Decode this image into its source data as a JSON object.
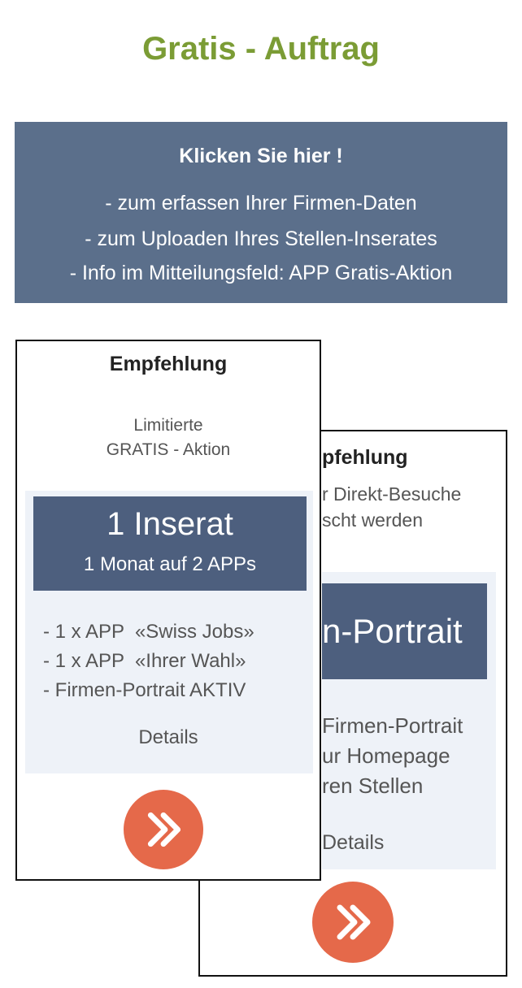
{
  "page": {
    "title": "Gratis - Auftrag"
  },
  "banner": {
    "heading": "Klicken Sie hier !",
    "lines": [
      "- zum erfassen Ihrer Firmen-Daten",
      "- zum Uploaden Ihres Stellen-Inserates",
      "- Info im Mitteilungsfeld: APP Gratis-Aktion"
    ]
  },
  "cards": {
    "back": {
      "title": "pfehlung",
      "subtitle_lines": [
        "r Direkt-Besuche",
        "scht werden"
      ],
      "header": "n-Portrait",
      "features": [
        " Firmen-Portrait",
        "ur Homepage",
        "ren Stellen"
      ],
      "details": "Details",
      "action_icon": "double-chevron-right-icon"
    },
    "front": {
      "title": "Empfehlung",
      "subtitle_lines": [
        "Limitierte",
        "GRATIS - Aktion"
      ],
      "header_title": "1 Inserat",
      "header_subtitle": "1 Monat auf 2 APPs",
      "features": [
        "- 1 x APP  «Swiss Jobs»",
        "- 1 x APP  «Ihrer Wahl»",
        "- Firmen-Portrait AKTIV"
      ],
      "details": "Details",
      "action_icon": "double-chevron-right-icon"
    }
  },
  "colors": {
    "title_green": "#7b9c35",
    "banner_bg": "#5b6f8b",
    "card_header_bg": "#4d5f7e",
    "panel_bg": "#eef2f8",
    "action_orange": "#e5694a"
  }
}
